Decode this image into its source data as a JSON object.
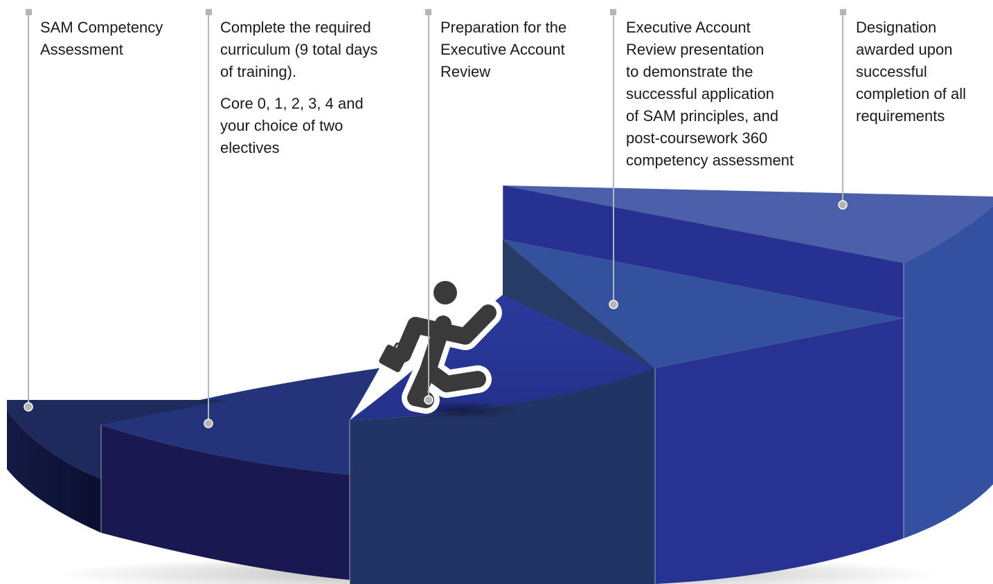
{
  "steps": [
    {
      "id": "step-1",
      "lines": [
        "SAM Competency",
        "Assessment"
      ],
      "note_lines": []
    },
    {
      "id": "step-2",
      "lines": [
        "Complete the required",
        "curriculum (9 total days",
        "of training)."
      ],
      "note_lines": [
        "Core 0, 1, 2, 3, 4 and",
        "your choice of two",
        "electives"
      ]
    },
    {
      "id": "step-3",
      "lines": [
        "Preparation for the",
        "Executive Account",
        "Review"
      ],
      "note_lines": []
    },
    {
      "id": "step-4",
      "lines": [
        "Executive Account",
        "Review presentation",
        "to demonstrate the",
        "successful application",
        "of SAM principles, and",
        "post-coursework 360",
        "competency assessment"
      ],
      "note_lines": []
    },
    {
      "id": "step-5",
      "lines": [
        "Designation",
        "awarded upon",
        "successful",
        "completion of all",
        "requirements"
      ],
      "note_lines": []
    }
  ],
  "icons": {
    "figure": "businessman-climbing-icon",
    "briefcase": "briefcase-icon"
  },
  "colors": {
    "connector": "#b5b5b5",
    "text": "#1a1a1a",
    "step1_top": "#1f2a5c",
    "step1_front": "#0b1033",
    "step2_top": "#23347a",
    "step2_front": "#1a1850",
    "step3_top": "#272f8f",
    "step3_front": "#223366",
    "step4_top": "#34519e",
    "step4_front": "#283290",
    "step4_riser": "#283a66",
    "step5_top": "#4c60aa",
    "step5_front": "#273290",
    "step5_side": "#3450a0"
  }
}
